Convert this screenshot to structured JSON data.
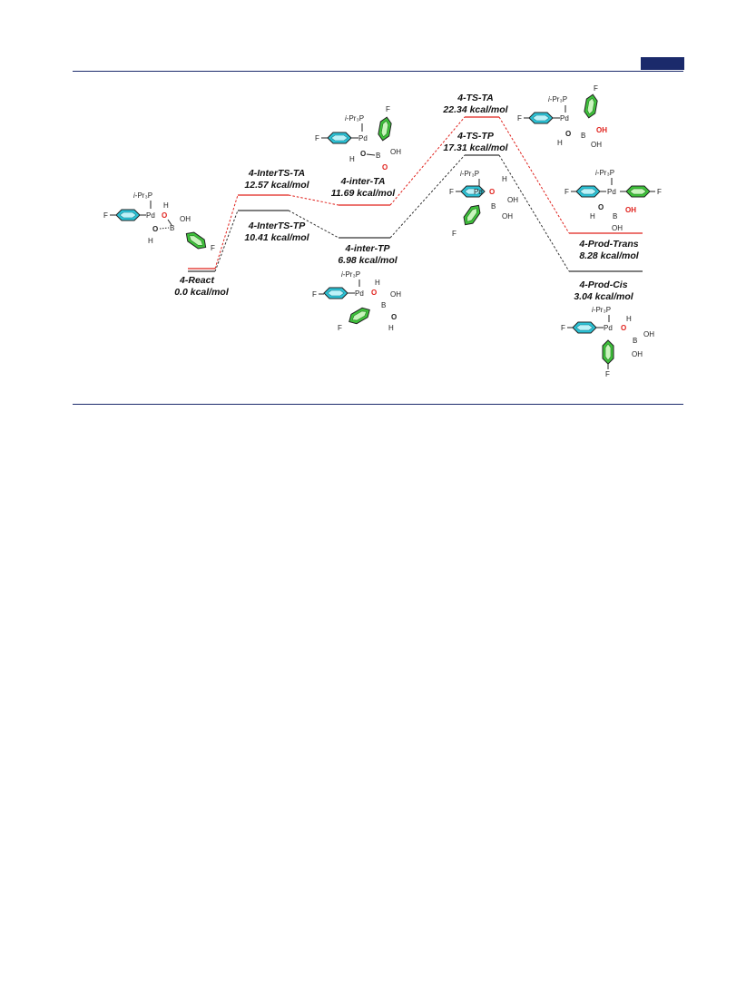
{
  "states": [
    {
      "id": "react",
      "name": "4-React",
      "energy": "0.0 kcal/mol"
    },
    {
      "id": "intts-ta",
      "name": "4-InterTS-TA",
      "energy": "12.57 kcal/mol"
    },
    {
      "id": "intts-tp",
      "name": "4-InterTS-TP",
      "energy": "10.41 kcal/mol"
    },
    {
      "id": "inter-ta",
      "name": "4-inter-TA",
      "energy": "11.69 kcal/mol"
    },
    {
      "id": "inter-tp",
      "name": "4-inter-TP",
      "energy": "6.98 kcal/mol"
    },
    {
      "id": "ts-ta",
      "name": "4-TS-TA",
      "energy": "22.34 kcal/mol"
    },
    {
      "id": "ts-tp",
      "name": "4-TS-TP",
      "energy": "17.31 kcal/mol"
    },
    {
      "id": "prod-trans",
      "name": "4-Prod-Trans",
      "energy": "8.28 kcal/mol"
    },
    {
      "id": "prod-cis",
      "name": "4-Prod-Cis",
      "energy": "3.04 kcal/mol"
    }
  ],
  "atoms": {
    "ligand_prefix": "i",
    "ligand": "-Pr₃P",
    "metal": "Pd",
    "boron": "B",
    "oxygen": "O",
    "hydrogen": "H",
    "hydroxyl": "OH",
    "fluorine": "F"
  },
  "colors": {
    "ta_path": "#e0201b",
    "tp_path": "#333333",
    "ring_cyan": "#2cc3d6",
    "ring_green": "#3ec23b",
    "rule": "#1b2a6b"
  }
}
